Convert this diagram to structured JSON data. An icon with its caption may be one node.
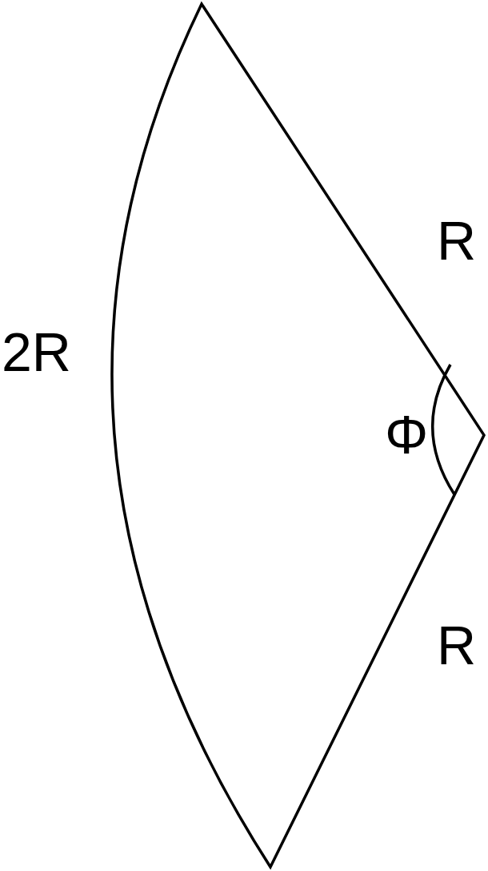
{
  "diagram": {
    "labels": [
      "R",
      "2R",
      "Φ",
      "R"
    ]
  }
}
